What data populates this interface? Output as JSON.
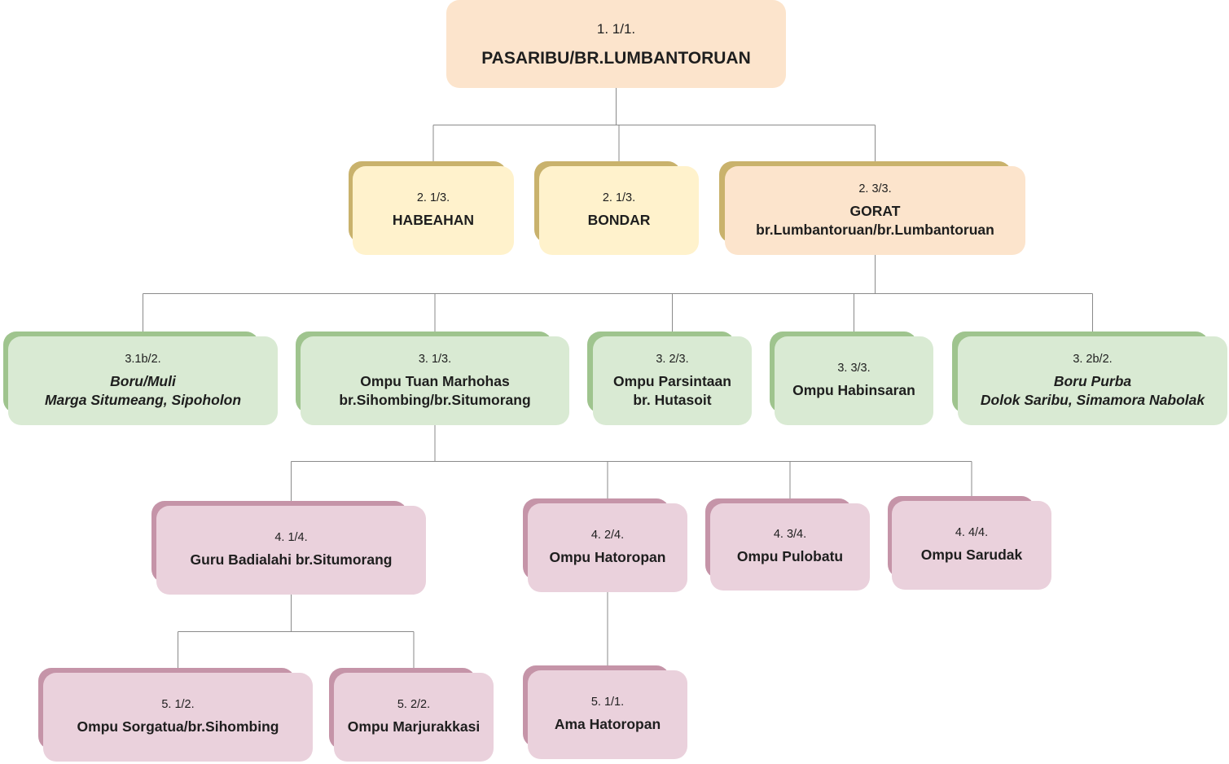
{
  "colors": {
    "connector": "#8a8a8a",
    "level1_fill": "#fce4cc",
    "level2_fill": "#fff2cc",
    "level2_gorat_fill": "#fce4cc",
    "level2_shadow": "#c9b26c",
    "level3_fill": "#d9ead3",
    "level3_shadow": "#9fc48e",
    "level4_fill": "#ead1dc",
    "level4_shadow": "#c594a8"
  },
  "nodes": [
    {
      "id": "root",
      "num": "1. 1/1.",
      "lines": [
        "PASARIBU/BR.LUMBANTORUAN"
      ],
      "italic": false,
      "level": 1
    },
    {
      "id": "habeahan",
      "num": "2. 1/3.",
      "lines": [
        "HABEAHAN"
      ],
      "italic": false,
      "level": 2
    },
    {
      "id": "bondar",
      "num": "2. 1/3.",
      "lines": [
        "BONDAR"
      ],
      "italic": false,
      "level": 2
    },
    {
      "id": "gorat",
      "num": "2. 3/3.",
      "lines": [
        "GORAT",
        "br.Lumbantoruan/br.Lumbantoruan"
      ],
      "italic": false,
      "level": 2
    },
    {
      "id": "boru-muli",
      "num": "3.1b/2.",
      "lines": [
        "Boru/Muli",
        "Marga Situmeang, Sipoholon"
      ],
      "italic": true,
      "level": 3
    },
    {
      "id": "ompu-tuan-marhohas",
      "num": "3. 1/3.",
      "lines": [
        "Ompu Tuan Marhohas",
        "br.Sihombing/br.Situmorang"
      ],
      "italic": false,
      "level": 3
    },
    {
      "id": "ompu-parsintaan",
      "num": "3. 2/3.",
      "lines": [
        "Ompu Parsintaan",
        "br. Hutasoit"
      ],
      "italic": false,
      "level": 3
    },
    {
      "id": "ompu-habinsaran",
      "num": "3. 3/3.",
      "lines": [
        "Ompu Habinsaran"
      ],
      "italic": false,
      "level": 3
    },
    {
      "id": "boru-purba",
      "num": "3. 2b/2.",
      "lines": [
        "Boru Purba",
        "Dolok Saribu, Simamora Nabolak"
      ],
      "italic": true,
      "level": 3
    },
    {
      "id": "guru-badialahi",
      "num": "4. 1/4.",
      "lines": [
        "Guru Badialahi br.Situmorang"
      ],
      "italic": false,
      "level": 4
    },
    {
      "id": "ompu-hatoropan",
      "num": "4. 2/4.",
      "lines": [
        "Ompu Hatoropan"
      ],
      "italic": false,
      "level": 4
    },
    {
      "id": "ompu-pulobatu",
      "num": "4. 3/4.",
      "lines": [
        "Ompu Pulobatu"
      ],
      "italic": false,
      "level": 4
    },
    {
      "id": "ompu-sarudak",
      "num": "4. 4/4.",
      "lines": [
        "Ompu Sarudak"
      ],
      "italic": false,
      "level": 4
    },
    {
      "id": "ompu-sorgatua",
      "num": "5. 1/2.",
      "lines": [
        "Ompu Sorgatua/br.Sihombing"
      ],
      "italic": false,
      "level": 5
    },
    {
      "id": "ompu-marjurakkasi",
      "num": "5. 2/2.",
      "lines": [
        "Ompu Marjurakkasi"
      ],
      "italic": false,
      "level": 5
    },
    {
      "id": "ama-hatoropan",
      "num": "5. 1/1.",
      "lines": [
        "Ama Hatoropan"
      ],
      "italic": false,
      "level": 5
    }
  ],
  "edges": [
    [
      "root",
      "habeahan"
    ],
    [
      "root",
      "bondar"
    ],
    [
      "root",
      "gorat"
    ],
    [
      "gorat",
      "boru-muli"
    ],
    [
      "gorat",
      "ompu-tuan-marhohas"
    ],
    [
      "gorat",
      "ompu-parsintaan"
    ],
    [
      "gorat",
      "ompu-habinsaran"
    ],
    [
      "gorat",
      "boru-purba"
    ],
    [
      "ompu-tuan-marhohas",
      "guru-badialahi"
    ],
    [
      "ompu-tuan-marhohas",
      "ompu-hatoropan"
    ],
    [
      "ompu-tuan-marhohas",
      "ompu-pulobatu"
    ],
    [
      "ompu-tuan-marhohas",
      "ompu-sarudak"
    ],
    [
      "guru-badialahi",
      "ompu-sorgatua"
    ],
    [
      "guru-badialahi",
      "ompu-marjurakkasi"
    ],
    [
      "ompu-hatoropan",
      "ama-hatoropan"
    ]
  ]
}
